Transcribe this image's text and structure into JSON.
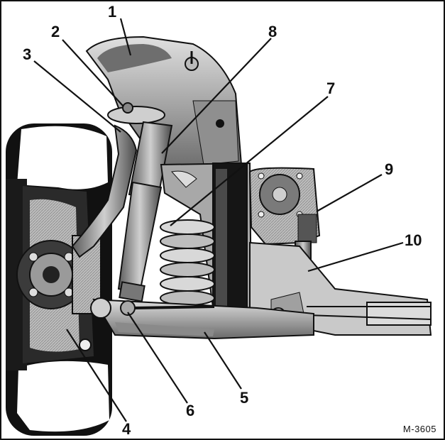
{
  "diagram": {
    "figure_code": "M-3605",
    "callouts": [
      {
        "id": "callout-1",
        "label": "1"
      },
      {
        "id": "callout-2",
        "label": "2"
      },
      {
        "id": "callout-3",
        "label": "3"
      },
      {
        "id": "callout-4",
        "label": "4"
      },
      {
        "id": "callout-5",
        "label": "5"
      },
      {
        "id": "callout-6",
        "label": "6"
      },
      {
        "id": "callout-7",
        "label": "7"
      },
      {
        "id": "callout-8",
        "label": "8"
      },
      {
        "id": "callout-9",
        "label": "9"
      },
      {
        "id": "callout-10",
        "label": "10"
      }
    ]
  }
}
